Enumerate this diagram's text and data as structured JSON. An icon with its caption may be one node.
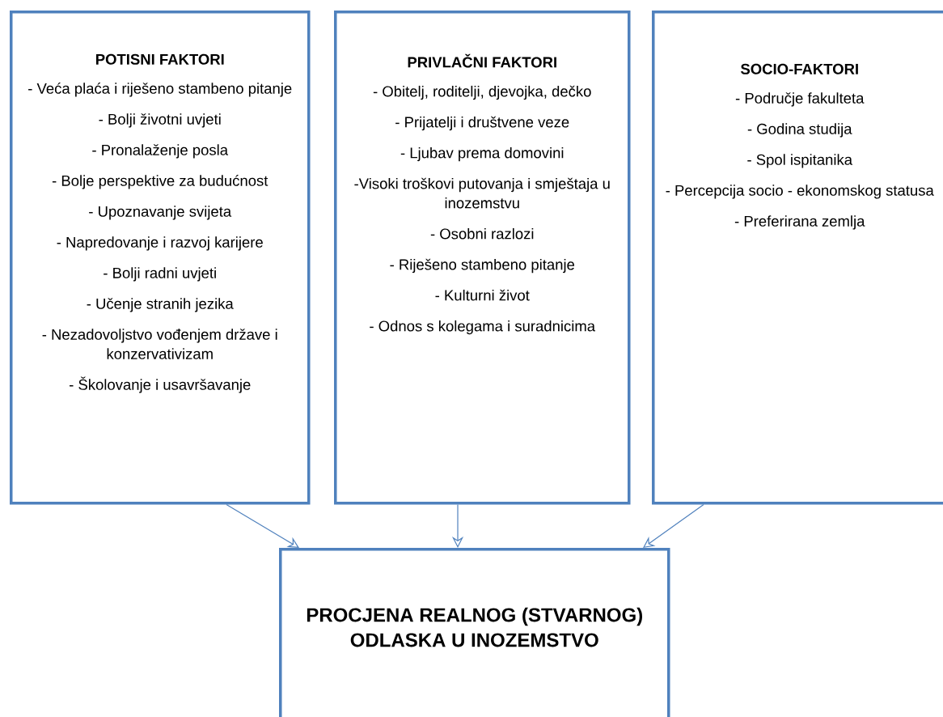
{
  "diagram": {
    "nodes": [
      {
        "text": [
          "POTISNI FAKTORI",
          "- Veća plaća i riješeno stambeno pitanje",
          "- Bolji životni uvjeti",
          "- Pronalaženje posla",
          "- Bolje perspektive za budućnost",
          "- Upoznavanje svijeta",
          "- Napredovanje i razvoj karijere",
          "- Bolji radni uvjeti",
          "- Učenje stranih jezika",
          "- Nezadovoljstvo vođenjem države i konzervativizam",
          "- Školovanje i usavršavanje"
        ]
      },
      {
        "text": [
          "PRIVLAČNI FAKTORI",
          "- Obitelj, roditelji, djevojka, dečko",
          "- Prijatelji i društvene veze",
          "- Ljubav prema domovini",
          "-Visoki troškovi putovanja i smještaja u inozemstvu",
          "- Osobni razlozi",
          "- Riješeno stambeno pitanje",
          "- Kulturni život",
          "- Odnos s kolegama i suradnicima"
        ]
      },
      {
        "text": [
          "SOCIO-FAKTORI",
          "- Područje fakulteta",
          "- Godina studija",
          "- Spol ispitanika",
          "- Percepcija socio - ekonomskog statusa",
          "- Preferirana zemlja"
        ]
      },
      {
        "text": [
          "PROCJENA REALNOG (STVARNOG) ODLASKA U INOZEMSTVO"
        ]
      }
    ],
    "edges": [
      {
        "from": 0,
        "to": 3,
        "arrow": "to"
      },
      {
        "from": 1,
        "to": 3,
        "arrow": "to"
      },
      {
        "from": 2,
        "to": 3,
        "arrow": "to"
      }
    ]
  }
}
